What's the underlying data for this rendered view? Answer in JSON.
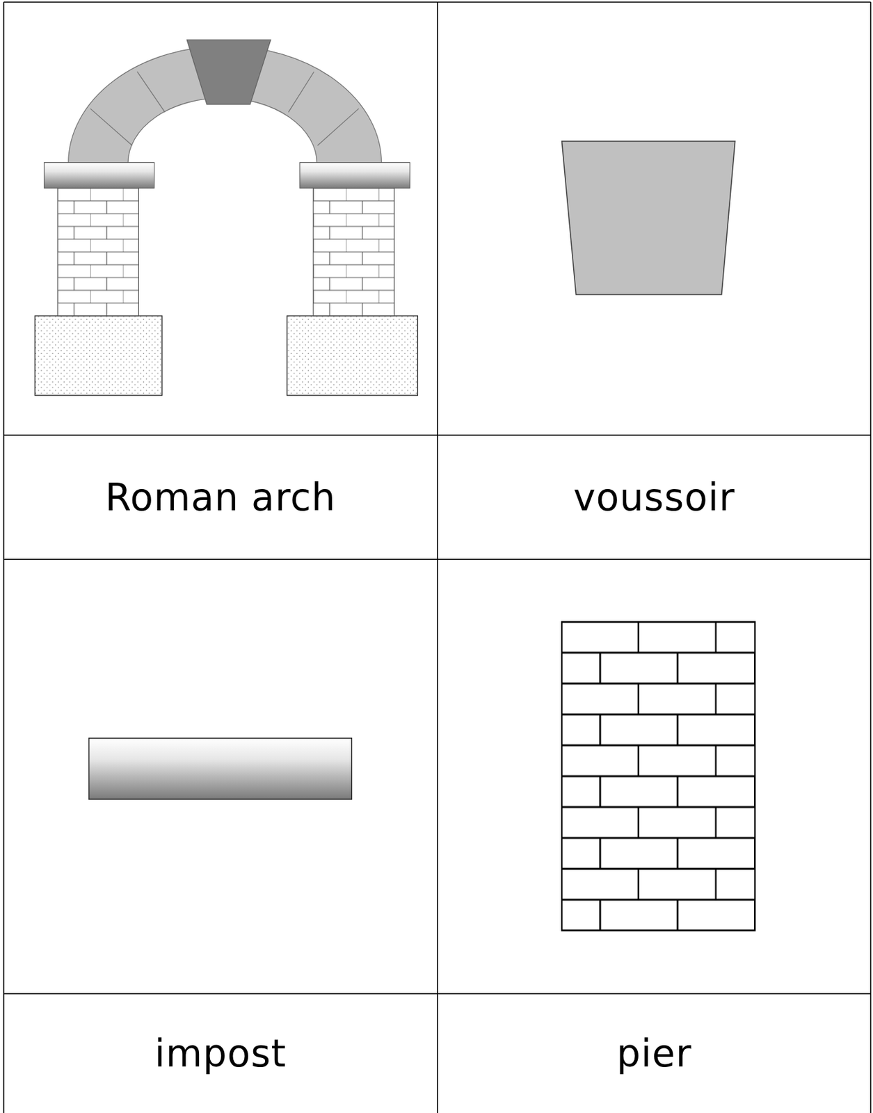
{
  "diagram": {
    "labels": [
      "Roman arch",
      "voussoir",
      "impost",
      "pier"
    ]
  }
}
